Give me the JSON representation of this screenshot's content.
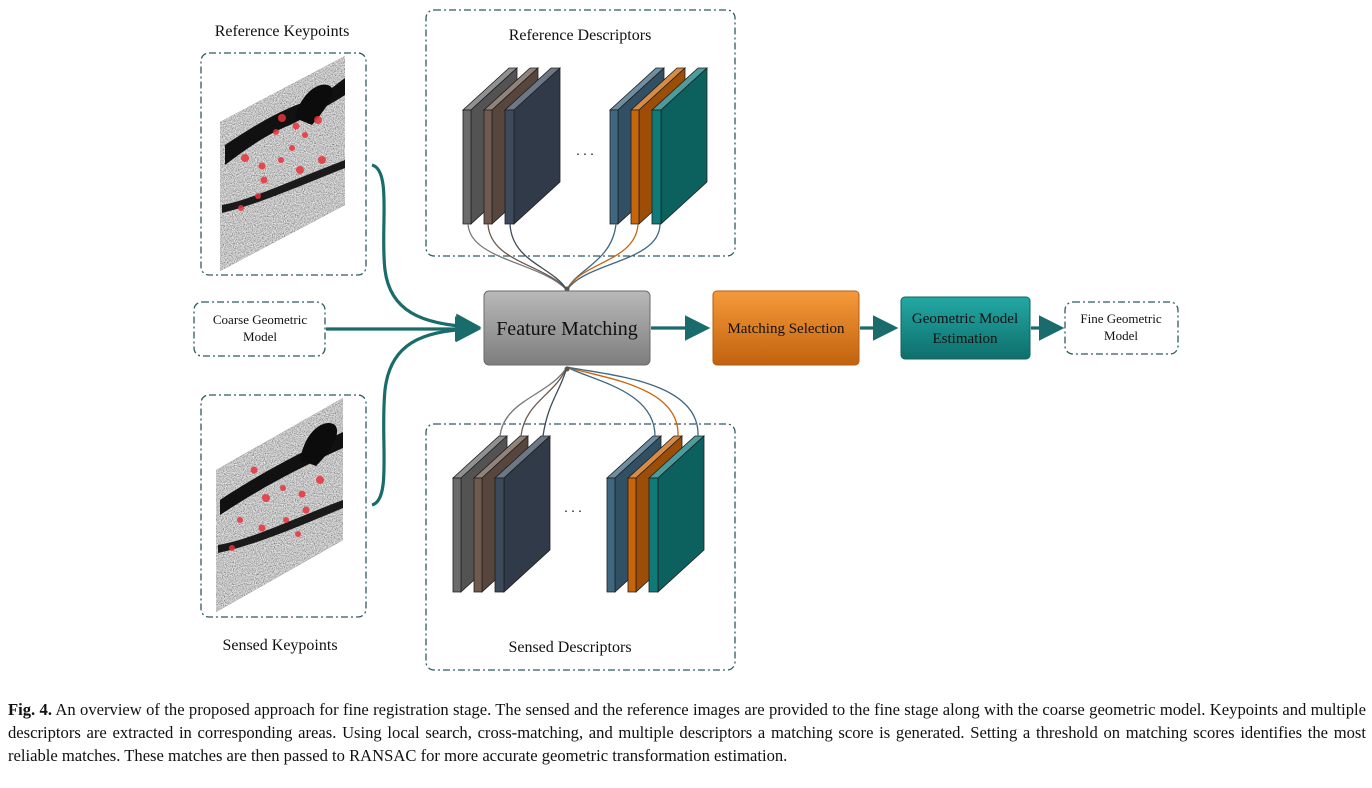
{
  "figure": {
    "reference_keypoints_label": "Reference Keypoints",
    "sensed_keypoints_label": "Sensed Keypoints",
    "reference_descriptors_label": "Reference Descriptors",
    "sensed_descriptors_label": "Sensed Descriptors",
    "ellipsis": ". . .",
    "coarse_model_label": [
      "Coarse Geometric",
      "Model"
    ],
    "feature_matching_label": "Feature Matching",
    "matching_selection_label": "Matching Selection",
    "geometric_estimation_label": [
      "Geometric Model",
      "Estimation"
    ],
    "fine_model_label": [
      "Fine Geometric",
      "Model"
    ]
  },
  "colors": {
    "teal_arrow": "#1a6b6b",
    "gray_layer": "#6b6b6b",
    "brown_layer": "#6e5a4e",
    "slate_layer": "#3d4a5c",
    "steel_layer": "#3f6780",
    "orange_layer": "#c8640a",
    "teal_layer": "#0f7b78",
    "feature_box": "#9a9a9a",
    "selection_box": "#e77d1c",
    "estimation_box": "#17908e",
    "keypoint_red": "#e8333a"
  },
  "caption": {
    "label": "Fig. 4.",
    "text": " An overview of the proposed approach for fine registration stage. The sensed and the reference images are provided to the fine stage along with the coarse geometric model. Keypoints and multiple descriptors are extracted in corresponding areas. Using local search, cross-matching, and multiple descriptors a matching score is generated. Setting a threshold on matching scores identifies the most reliable matches. These matches are then passed to RANSAC for more accurate geometric transformation estimation."
  }
}
